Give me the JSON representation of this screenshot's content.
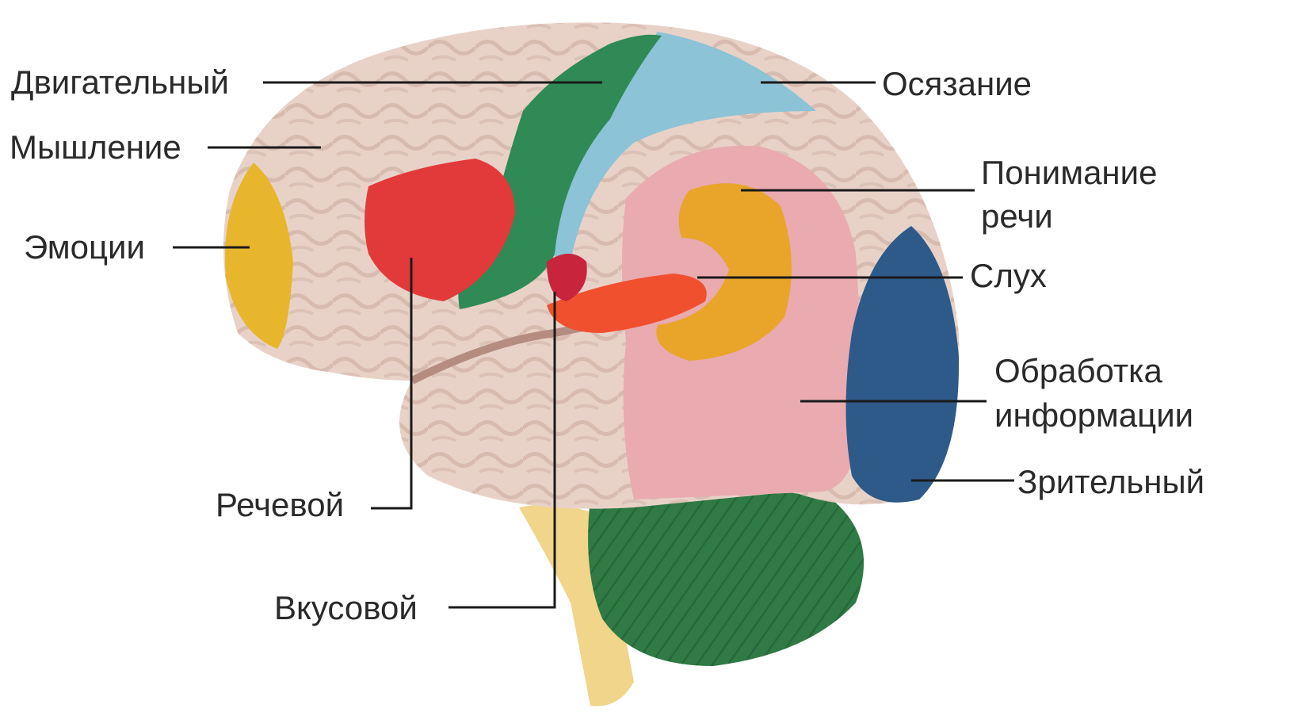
{
  "labels": {
    "motor": "Двигательный",
    "thinking": "Мышление",
    "emotions": "Эмоции",
    "speech": "Речевой",
    "taste": "Вкусовой",
    "touch": "Осязание",
    "comprehension_line1": "Понимание",
    "comprehension_line2": "речи",
    "hearing": "Слух",
    "processing_line1": "Обработка",
    "processing_line2": "информации",
    "visual": "Зрительный"
  },
  "colors": {
    "cortex": "#e8d2c8",
    "cortex_fold": "#c9a79b",
    "motor": "#2f8a55",
    "touch": "#8cc3d6",
    "emotions": "#e8b62c",
    "speech": "#e23a3a",
    "taste": "#c8243c",
    "hearing": "#f0502e",
    "comprehension": "#e8a52a",
    "processing": "#e9aab0",
    "visual": "#2d5a88",
    "cerebellum": "#2f7a45",
    "brainstem": "#f0d58a"
  }
}
